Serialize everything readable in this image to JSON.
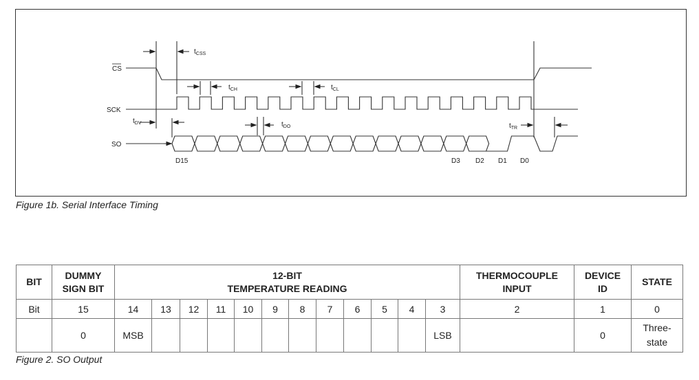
{
  "figure1": {
    "caption": "Figure 1b. Serial Interface Timing",
    "signals": {
      "cs": "CS",
      "sck": "SCK",
      "so": "SO"
    },
    "timing_labels": {
      "tcss": {
        "t": "t",
        "sub": "CSS"
      },
      "tch": {
        "t": "t",
        "sub": "CH"
      },
      "tcl": {
        "t": "t",
        "sub": "CL"
      },
      "tdv": {
        "t": "t",
        "sub": "DV"
      },
      "tdo": {
        "t": "t",
        "sub": "DO"
      },
      "ttr": {
        "t": "t",
        "sub": "TR"
      }
    },
    "data_labels": {
      "d15": "D15",
      "d3": "D3",
      "d2": "D2",
      "d1": "D1",
      "d0": "D0"
    },
    "clock_pulses": 16
  },
  "figure2": {
    "caption": "Figure 2. SO Output",
    "headers": {
      "bit": "BIT",
      "dummy_1": "DUMMY",
      "dummy_2": "SIGN BIT",
      "temp_1": "12-BIT",
      "temp_2": "TEMPERATURE READING",
      "tc_1": "THERMOCOUPLE",
      "tc_2": "INPUT",
      "dev_1": "DEVICE",
      "dev_2": "ID",
      "state": "STATE"
    },
    "bit_row": [
      "Bit",
      "15",
      "14",
      "13",
      "12",
      "11",
      "10",
      "9",
      "8",
      "7",
      "6",
      "5",
      "4",
      "3",
      "2",
      "1",
      "0"
    ],
    "value_row": [
      "",
      "0",
      "MSB",
      "",
      "",
      "",
      "",
      "",
      "",
      "",
      "",
      "",
      "",
      "LSB",
      "",
      "0",
      "Three-state"
    ]
  }
}
